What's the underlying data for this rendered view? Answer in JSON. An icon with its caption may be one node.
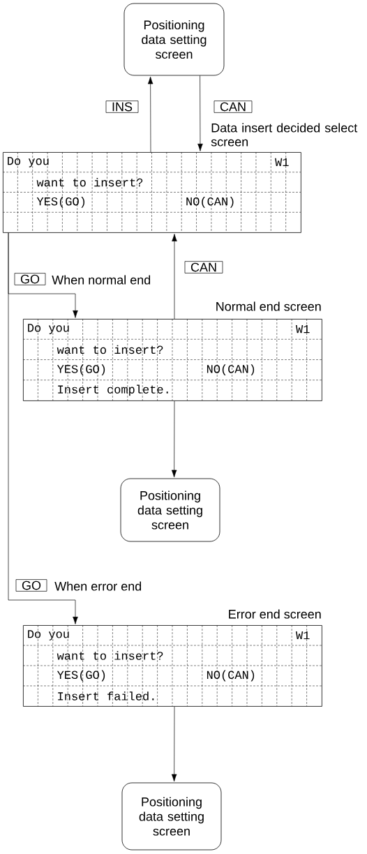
{
  "diagram": {
    "nodes": [
      {
        "text": [
          "Positioning data setting screen"
        ]
      },
      {
        "text": [
          "Do you",
          "W1",
          "want to insert?",
          "YES(GO)",
          "NO(CAN)"
        ],
        "beside": [
          "Data insert decided select screen"
        ]
      },
      {
        "text": [
          "Do you",
          "W1",
          "want to insert?",
          "YES(GO)",
          "NO(CAN)",
          "Insert complete."
        ],
        "beside": [
          "Normal end screen"
        ]
      },
      {
        "text": [
          "Positioning data setting screen"
        ]
      },
      {
        "text": [
          "Do you",
          "W1",
          "want to insert?",
          "YES(GO)",
          "NO(CAN)",
          "Insert failed."
        ],
        "beside": [
          "Error end screen"
        ]
      },
      {
        "text": [
          "Positioning data setting screen"
        ]
      }
    ],
    "edges": [
      {
        "from": 1,
        "to": 0,
        "arrow": "to",
        "label": "INS"
      },
      {
        "from": 0,
        "to": 1,
        "arrow": "to",
        "label": "CAN"
      },
      {
        "from": 2,
        "to": 1,
        "arrow": "to",
        "label": "CAN"
      },
      {
        "from": 1,
        "to": 2,
        "arrow": "to",
        "label": "GO"
      },
      {
        "from": 1,
        "to": 4,
        "arrow": "to",
        "label": "GO"
      },
      {
        "from": 2,
        "to": 3,
        "arrow": "to"
      },
      {
        "from": 4,
        "to": 5,
        "arrow": "to"
      }
    ],
    "labels": [
      "When normal end",
      "When error end"
    ]
  }
}
